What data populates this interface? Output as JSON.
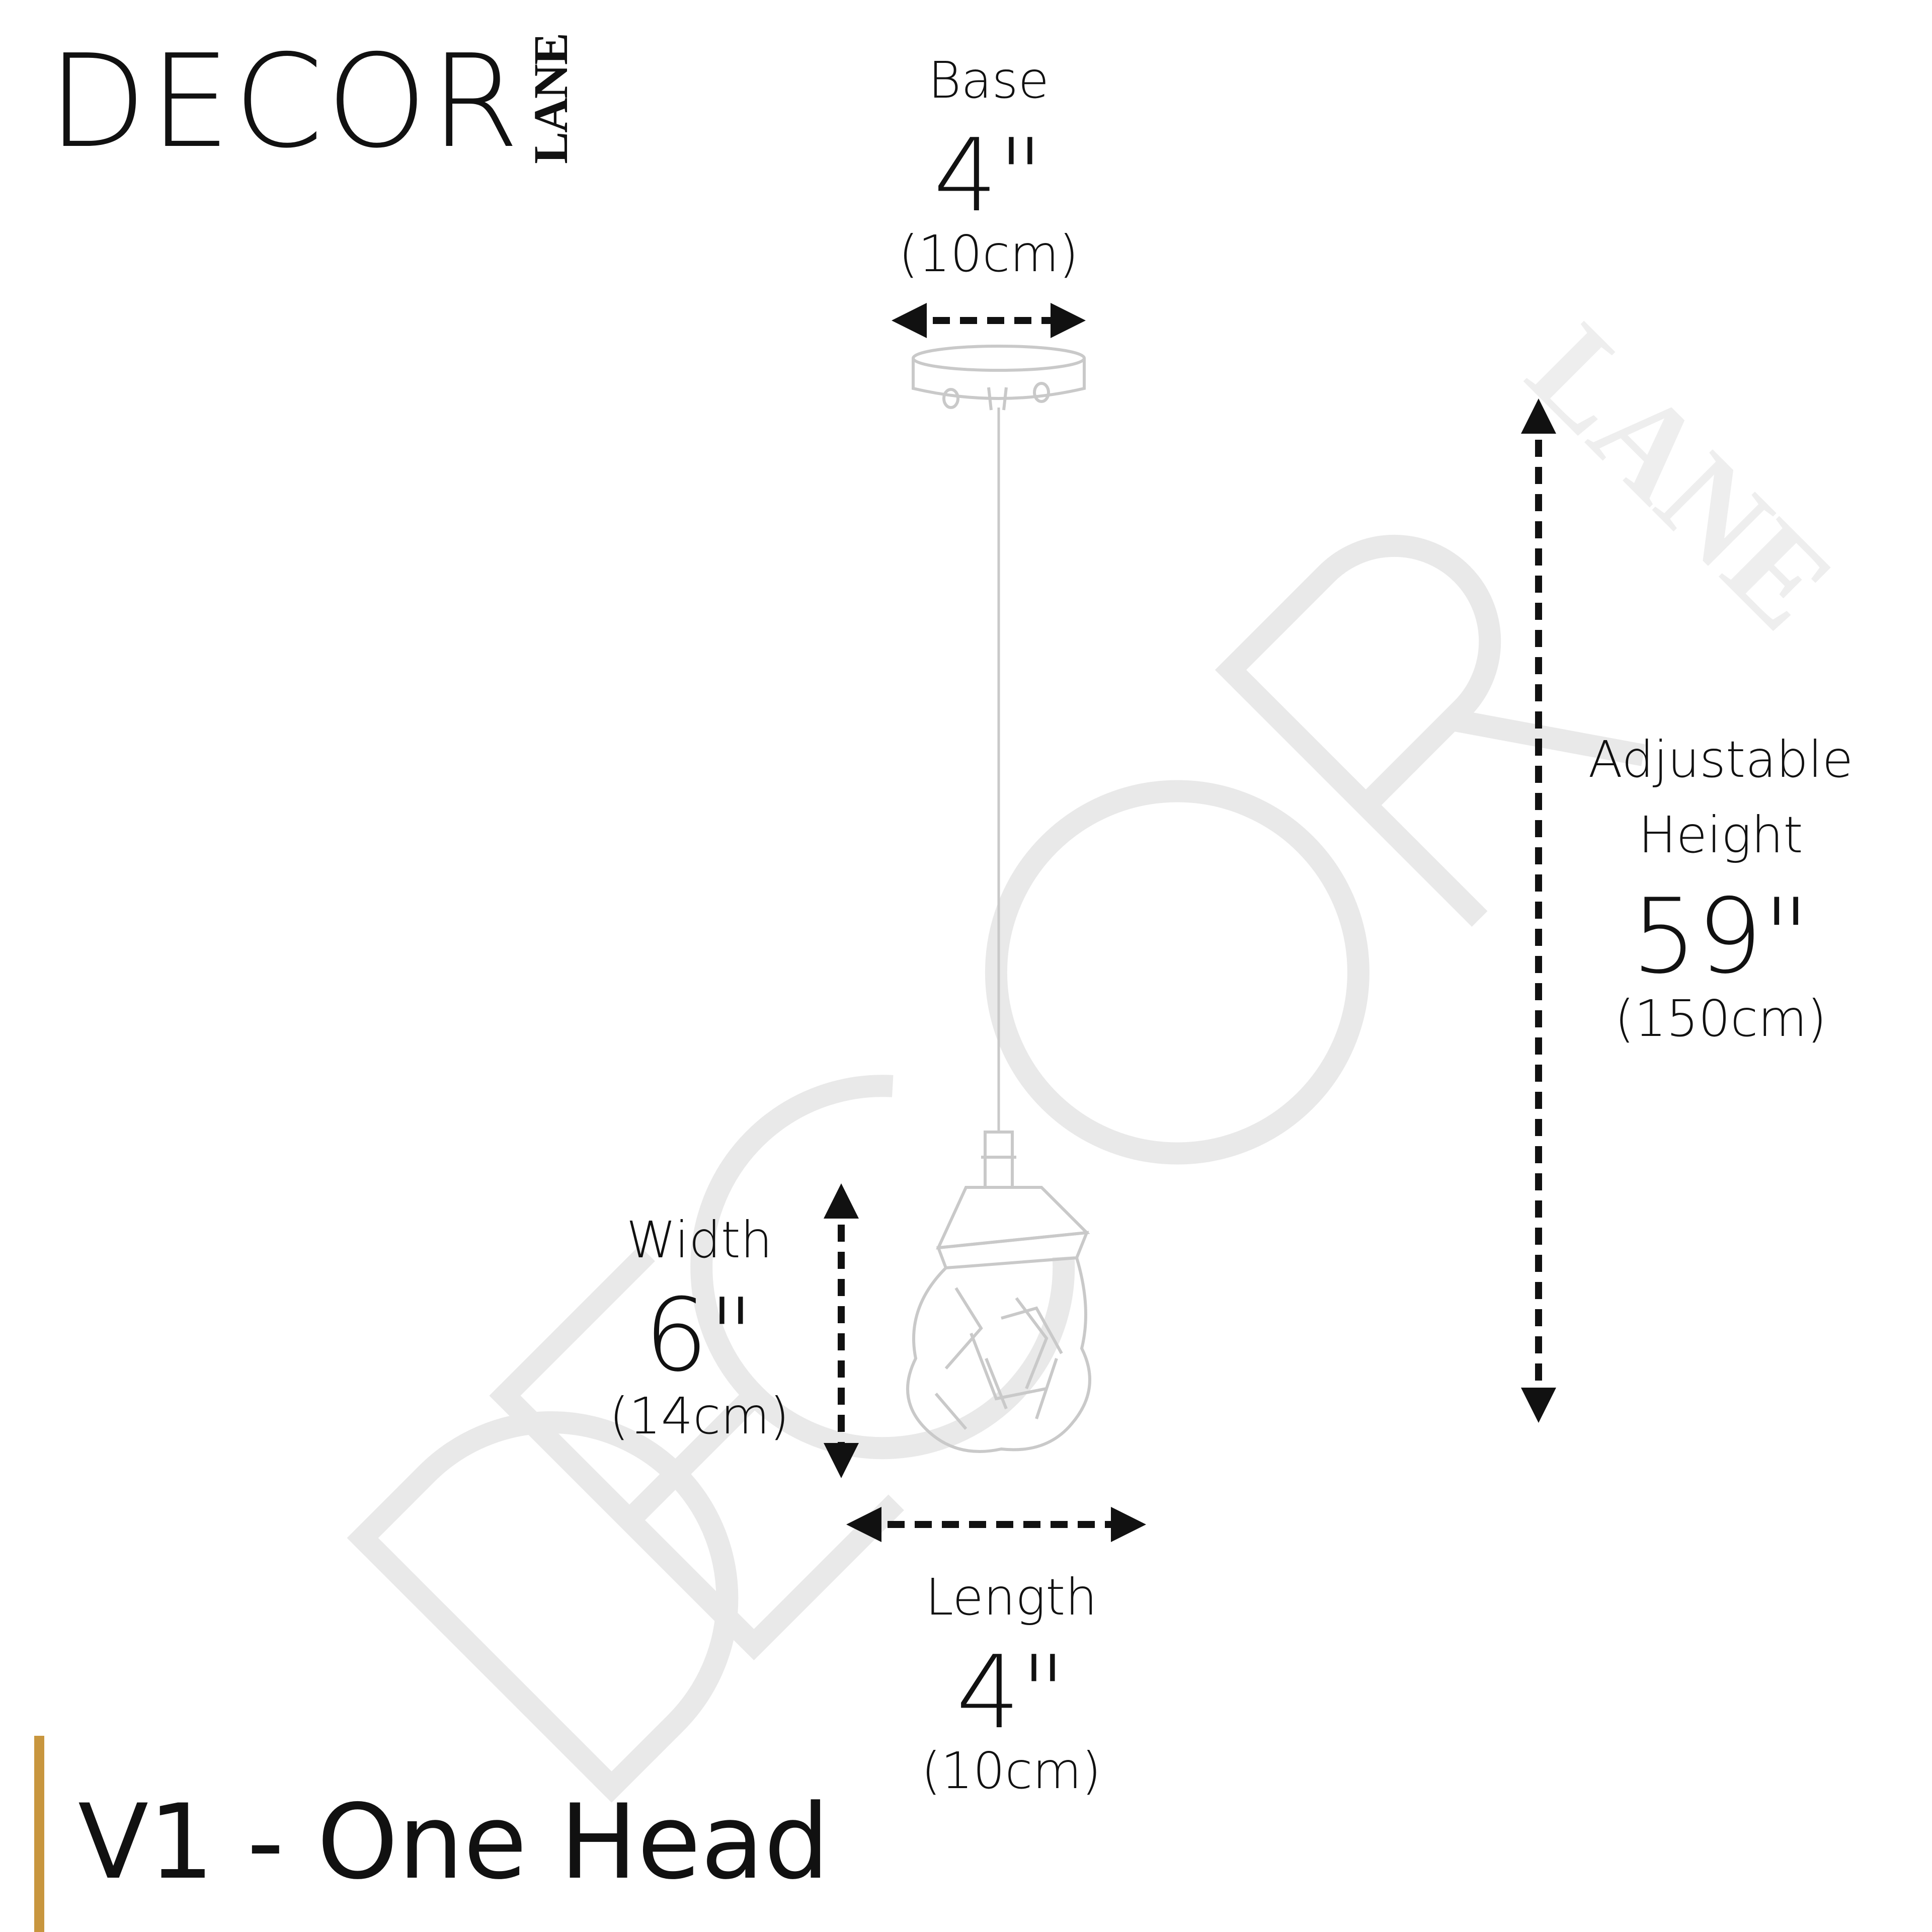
{
  "brand": {
    "wordmark": "DECOR",
    "submark": "LANE"
  },
  "watermark": {
    "wordmark": "DECOR",
    "submark": "LANE"
  },
  "dimensions": {
    "base": {
      "label": "Base",
      "imperial": "4\"",
      "metric": "(10cm)"
    },
    "height": {
      "label_line1": "Adjustable",
      "label_line2": "Height",
      "imperial": "59\"",
      "metric": "(150cm)"
    },
    "width": {
      "label": "Width",
      "imperial": "6\"",
      "metric": "(14cm)"
    },
    "length": {
      "label": "Length",
      "imperial": "4\"",
      "metric": "(10cm)"
    }
  },
  "variant_title": "V1 - One Head",
  "colors": {
    "accent": "#c8963e",
    "text": "#111111",
    "watermark": "#e9e9e9",
    "product_line": "#cfcfcf"
  },
  "icons": [
    "dimension-arrow-horizontal",
    "dimension-arrow-vertical",
    "pendant-light-illustration"
  ]
}
